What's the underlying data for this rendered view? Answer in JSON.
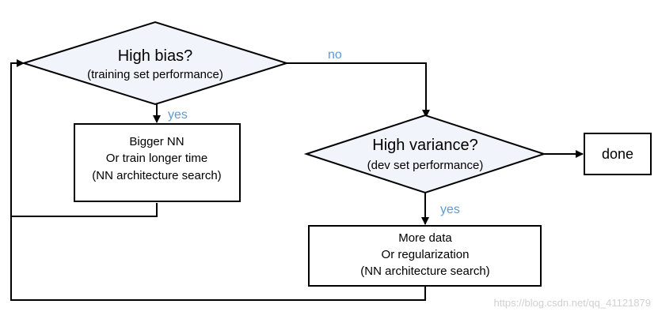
{
  "colors": {
    "diamond_fill": "#f1f4fa",
    "stroke": "#000000",
    "edge_label": "#5b9bd5",
    "watermark": "#cfcfcf"
  },
  "diamond_bias": {
    "title": "High bias?",
    "subtitle": "(training set performance)"
  },
  "box_bias": {
    "line1": "Bigger NN",
    "line2": "Or train longer time",
    "line3": "(NN architecture search)"
  },
  "diamond_variance": {
    "title": "High variance?",
    "subtitle": "(dev set performance)"
  },
  "box_variance": {
    "line1": "More data",
    "line2": "Or regularization",
    "line3": "(NN architecture search)"
  },
  "done": {
    "label": "done"
  },
  "edges": {
    "bias_yes": "yes",
    "bias_no": "no",
    "variance_yes": "yes"
  },
  "watermark": "https://blog.csdn.net/qq_41121879"
}
